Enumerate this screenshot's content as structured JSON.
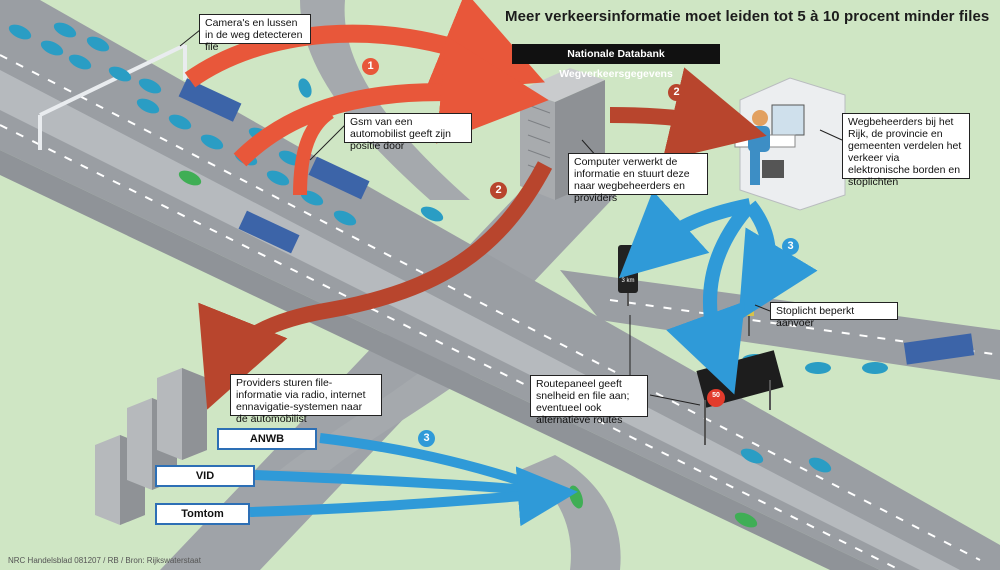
{
  "title": "Meer verkeersinformatie moet leiden tot 5 à 10 procent minder files",
  "database_label": "Nationale Databank Wegverkeersgegevens",
  "callouts": {
    "cameras": "Camera's en lussen in de weg detecteren file",
    "gsm": "Gsm van een automobilist geeft zijn positie door",
    "computer": "Computer verwerkt de informatie en stuurt deze naar wegbeheerders en providers",
    "wegbeheerders": "Wegbeheerders bij het Rijk, de provincie en gemeenten verdelen het verkeer via elektronische borden en stoplichten",
    "stoplicht": "Stoplicht beperkt aanvoer",
    "routepaneel": "Routepaneel geeft snelheid en file aan; eventueel ook alternatieve routes",
    "providers": "Providers sturen file-informatie via radio, internet ennavigatie-systemen naar de automobilist"
  },
  "providers": [
    "ANWB",
    "VID",
    "Tomtom"
  ],
  "step_numbers": {
    "step1": "1",
    "step2a": "2",
    "step2b": "2",
    "step3a": "3",
    "step3b": "3"
  },
  "sign_text": {
    "routepaneel_speed": "50",
    "overhead_sign": "3 km"
  },
  "credit": "NRC Handelsblad 081207 / RB / Bron: Rijkswaterstaat",
  "colors": {
    "red_arrow": "#e8573a",
    "dark_red_arrow": "#b8452d",
    "blue_arrow": "#2f9ad8",
    "grass": "#cfe6c4",
    "road": "#9a9ea3"
  }
}
